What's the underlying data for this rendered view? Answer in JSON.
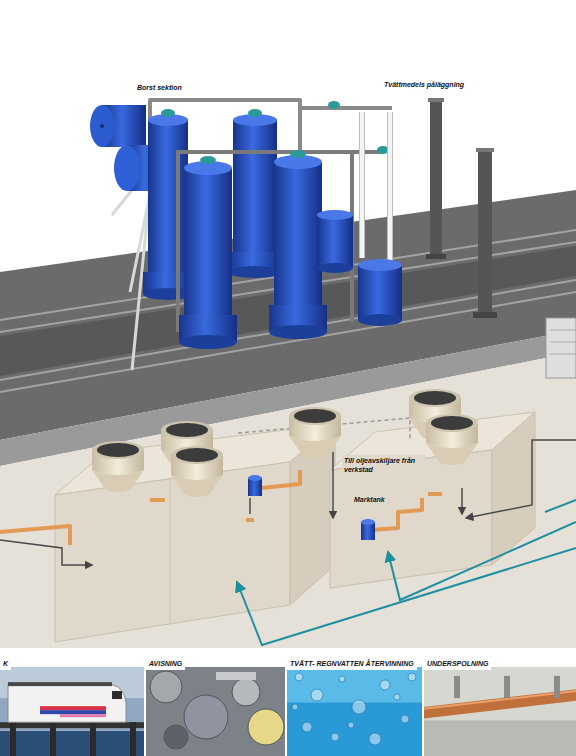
{
  "diagram": {
    "nodes": [
      {
        "text": [
          "K"
        ]
      },
      {
        "text": [
          "AVISNING"
        ]
      },
      {
        "text": [
          "TVÄTT- REGNVATTEN ÅTERVINNING"
        ]
      },
      {
        "text": [
          "UNDERSPOLNING"
        ]
      }
    ],
    "labels": [
      "Borst sektion",
      "Tvättmedels påläggning",
      "Till oljeavskiljare från verkstad",
      "Marktank"
    ]
  }
}
